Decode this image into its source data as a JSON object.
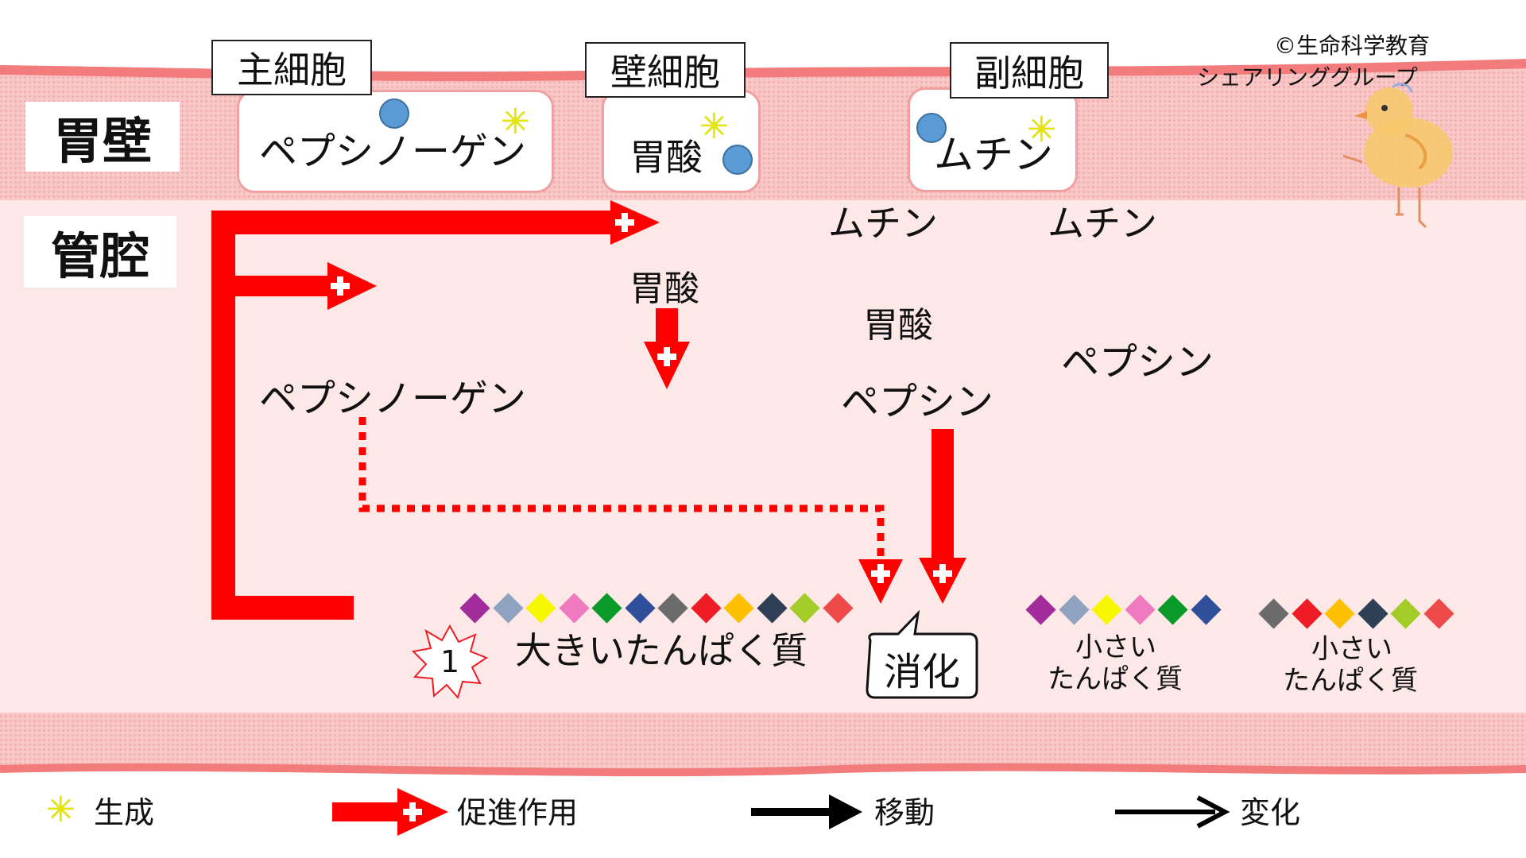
{
  "credit": {
    "line1": "©生命科学教育",
    "line2": "シェアリンググループ"
  },
  "regions": {
    "wall_label": "胃壁",
    "lumen_label": "管腔"
  },
  "cells": {
    "chief": {
      "title": "主細胞",
      "product": "ペプシノーゲン"
    },
    "parietal": {
      "title": "壁細胞",
      "product": "胃酸"
    },
    "accessory": {
      "title": "副細胞",
      "product": "ムチン"
    }
  },
  "lumen": {
    "mucin_1": "ムチン",
    "mucin_2": "ムチン",
    "acid_1": "胃酸",
    "acid_2": "胃酸",
    "pepsinogen": "ペプシノーゲン",
    "pepsin_1": "ペプシン",
    "pepsin_2": "ペプシン",
    "big_protein": "大きいたんぱく質",
    "step_number": "1",
    "digest_bubble": "消化",
    "small_protein_1": [
      "小さい",
      "たんぱく質"
    ],
    "small_protein_2": [
      "小さい",
      "たんぱく質"
    ]
  },
  "protein_colors": {
    "big": [
      "#a32c9c",
      "#8fa2c0",
      "#f7f700",
      "#f07ac0",
      "#0a9a2a",
      "#2f4f9a",
      "#6b6b6b",
      "#ee1c24",
      "#fcc000",
      "#2f3f55",
      "#a4cc28",
      "#ee4a4a"
    ],
    "small_1": [
      "#a32c9c",
      "#8fa2c0",
      "#f7f700",
      "#f07ac0",
      "#0a9a2a",
      "#2f4f9a"
    ],
    "small_2": [
      "#6b6b6b",
      "#ee1c24",
      "#fcc000",
      "#2f3f55",
      "#a4cc28",
      "#ee4a4a"
    ]
  },
  "legend": {
    "generation": "生成",
    "promotion": "促進作用",
    "movement": "移動",
    "change": "変化"
  },
  "colors": {
    "wall": "#f9c9c9",
    "wall_edge": "#f27c7c",
    "lumen": "#fde8e8",
    "arrow_red": "#ff0000",
    "dot_blue": "#5b9bd5",
    "star_yellow": "#e6e600"
  }
}
